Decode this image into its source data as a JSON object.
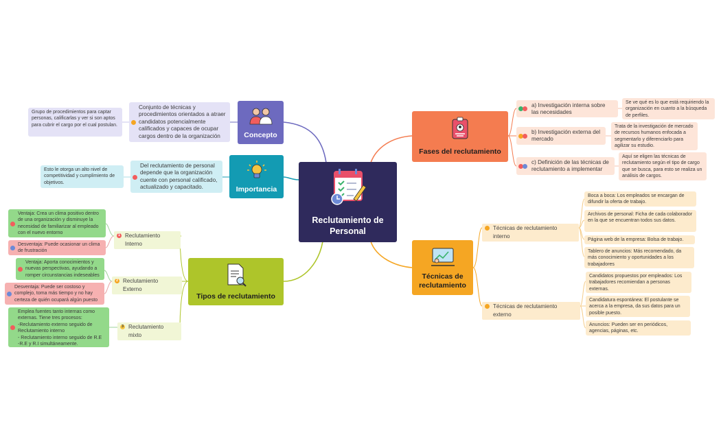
{
  "central": {
    "title": "Reclutamiento de Personal",
    "icon": "calendar-checklist-icon"
  },
  "concepto": {
    "title": "Concepto",
    "icon": "people-icon",
    "text": "Conjunto de técnicas y procedimientos orientados a atraer candidatos potencialmente calificados y capaces de ocupar cargos dentro de la organización",
    "note": "Grupo de procedimientos para captar personas, calificarlas y ver si son aptos para cubrir el cargo por el cual postulan."
  },
  "importancia": {
    "title": "Importancia",
    "icon": "lightbulb-icon",
    "text": "Del reclutamiento de personal depende que la organización cuente con personal calificado, actualizado y capacitado.",
    "note": "Esto le otorga un alto nivel de competitividad y cumplimiento de objetivos."
  },
  "tipos": {
    "title": "Tipos de reclutamiento",
    "icon": "document-search-icon",
    "items": [
      {
        "marker": "1",
        "label": "Reclutamiento Interno",
        "notes": [
          "Ventaja: Crea un clima positivo dentro de una organización y disminuye la necesidad de familiarizar al empleado con el nuevo entorno",
          "Desventaja: Puede ocasionar un clima de frustración"
        ]
      },
      {
        "marker": "2",
        "label": "Reclutamiento Externo",
        "notes": [
          "Ventaja: Aporta conocimientos y nuevas perspectivas, ayudando a romper circunstancias indeseables",
          "Desventaja: Puede ser costoso y complejo, toma más tiempo y no hay certeza de quién ocupará algún puesto"
        ]
      },
      {
        "marker": "3",
        "label": "Reclutamiento mixto",
        "notes": [
          "Emplea fuentes tanto internas como externas. Tiene tres procesos:\n-Reclutamiento externo seguido de Reclutamiento interno\n- Reclutamiento interno seguido de R.E\n-R.E y R.I simultáneamente."
        ]
      }
    ]
  },
  "fases": {
    "title": "Fases del reclutamiento",
    "icon": "id-badge-icon",
    "items": [
      {
        "label": "a) Investigación interna sobre las necesidades",
        "note": "Se ve qué es lo que está requiriendo la organización en cuanto a la búsqueda de perfiles."
      },
      {
        "label": "b) Investigación externa del mercado",
        "note": "Trata de la investigación de mercado de recursos humanos enfocada a segmentarlo y diferenciarlo para agilizar su estudio."
      },
      {
        "label": "c) Definición de las técnicas de reclutamiento a implementar",
        "note": "Aquí se eligen las técnicas de reclutamiento según el tipo de cargo que se busca, para esto se realiza un análisis de cargos."
      }
    ]
  },
  "tecnicas": {
    "title": "Técnicas de reclutamiento",
    "icon": "presentation-icon",
    "interno": {
      "label": "Técnicas de reclutamiento interno",
      "notes": [
        "Boca a boca: Los empleados se encargan de difundir la oferta de trabajo.",
        "Archivos de personal: Ficha de cada colaborador en la que se encuentran todos sus datos.",
        "Página web de la empresa: Bolsa de trabajo.",
        "Tablero de anuncios: Más recomendado, da más conocimiento y oportunidades a los trabajadores"
      ]
    },
    "externo": {
      "label": "Técnicas de reclutamiento externo",
      "notes": [
        "Candidatos propuestos por empleados: Los trabajadores recomiendan a personas externas.",
        "Candidatura espontánea: El postulante se acerca a la empresa, da sus datos para un posible puesto.",
        "Anuncios: Pueden ser en periódicos, agencias, páginas, etc."
      ]
    }
  },
  "colors": {
    "central": "#2f2a5c",
    "concepto": "#6d6abf",
    "importancia": "#139bb3",
    "tipos": "#aec52a",
    "fases": "#f47c50",
    "tecnicas": "#f5a623",
    "green_note": "#93d98a",
    "red_note": "#f6b1b1",
    "peach_note": "#fde5d9",
    "orange_note": "#fdebcd"
  }
}
